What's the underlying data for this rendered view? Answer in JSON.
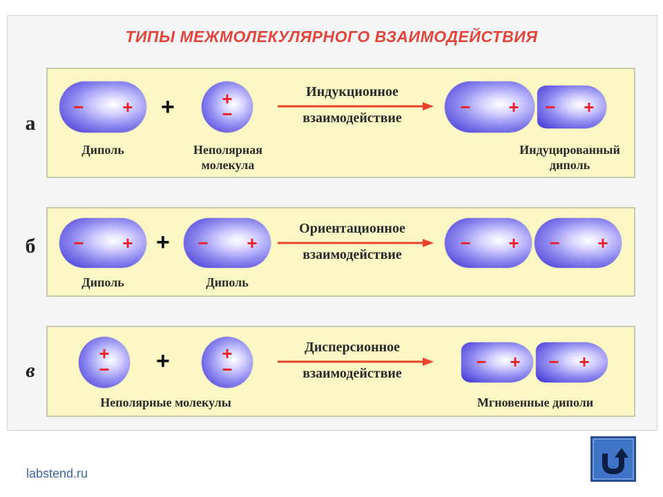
{
  "title": "ТИПЫ МЕЖМОЛЕКУЛЯРНОГО ВЗАИМОДЕЙСТВИЯ",
  "signs": {
    "minus": "−",
    "plus": "+"
  },
  "rows": [
    {
      "letter": "а",
      "left_label": "Диполь",
      "middle_label_line1": "Неполярная",
      "middle_label_line2": "молекула",
      "arrow_line1": "Индукционное",
      "arrow_line2": "взаимодействие",
      "result_label_line1": "Индуцированный",
      "result_label_line2": "диполь"
    },
    {
      "letter": "б",
      "left_label": "Диполь",
      "middle_label": "Диполь",
      "arrow_line1": "Ориентационное",
      "arrow_line2": "взаимодействие"
    },
    {
      "letter": "в",
      "left_label": "Неполярные молекулы",
      "arrow_line1": "Дисперсионное",
      "arrow_line2": "взаимодействие",
      "result_label": "Мгновенные диполи"
    }
  ],
  "footer": {
    "site": "labstend.ru"
  },
  "colors": {
    "title": "#e0463c",
    "panel": "#fbf7c4",
    "arrow": "#e8432c",
    "sign": "#e8222a",
    "molecule": "#3a2fd0",
    "button": "#3f74c6"
  },
  "icons": {
    "return_button": "u-turn-arrow-icon"
  }
}
